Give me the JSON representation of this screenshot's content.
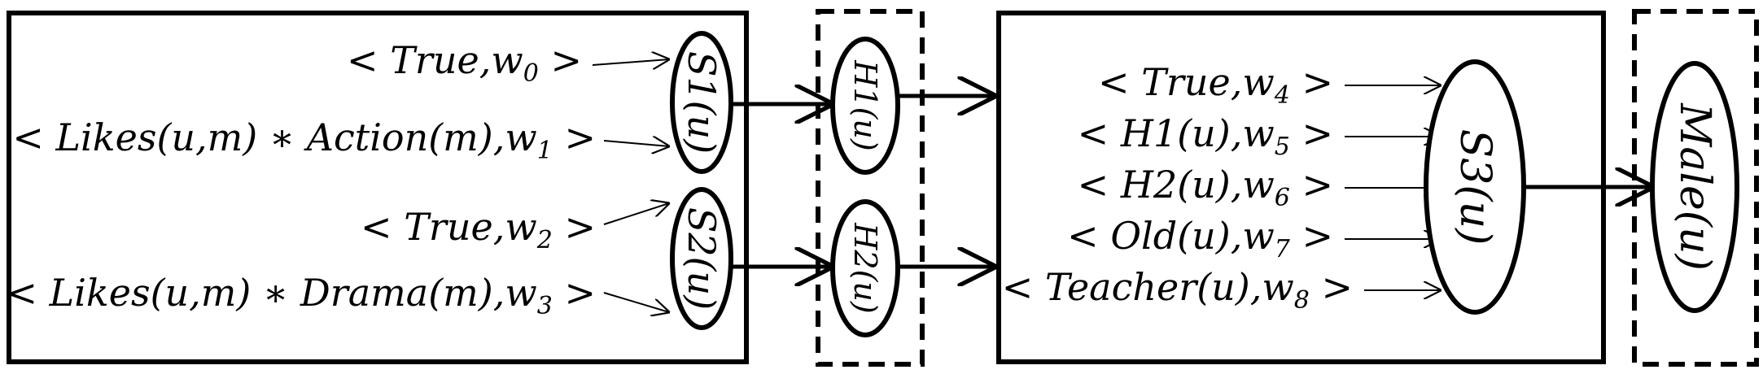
{
  "nodes": {
    "s1": "S1(u)",
    "s2": "S2(u)",
    "h1": "H1(u)",
    "h2": "H2(u)",
    "s3": "S3(u)",
    "male": "Male(u)"
  },
  "rules": [
    {
      "formula": "< True,w",
      "sub": "0",
      "close": " >"
    },
    {
      "formula": "< Likes(u,m) ∗ Action(m),w",
      "sub": "1",
      "close": " >"
    },
    {
      "formula": "< True,w",
      "sub": "2",
      "close": " >"
    },
    {
      "formula": "< Likes(u,m) ∗ Drama(m),w",
      "sub": "3",
      "close": " >"
    },
    {
      "formula": "< True,w",
      "sub": "4",
      "close": " >"
    },
    {
      "formula": "< H1(u),w",
      "sub": "5",
      "close": " >"
    },
    {
      "formula": "< H2(u),w",
      "sub": "6",
      "close": " >"
    },
    {
      "formula": "< Old(u),w",
      "sub": "7",
      "close": " >"
    },
    {
      "formula": "< Teacher(u),w",
      "sub": "8",
      "close": " >"
    }
  ]
}
